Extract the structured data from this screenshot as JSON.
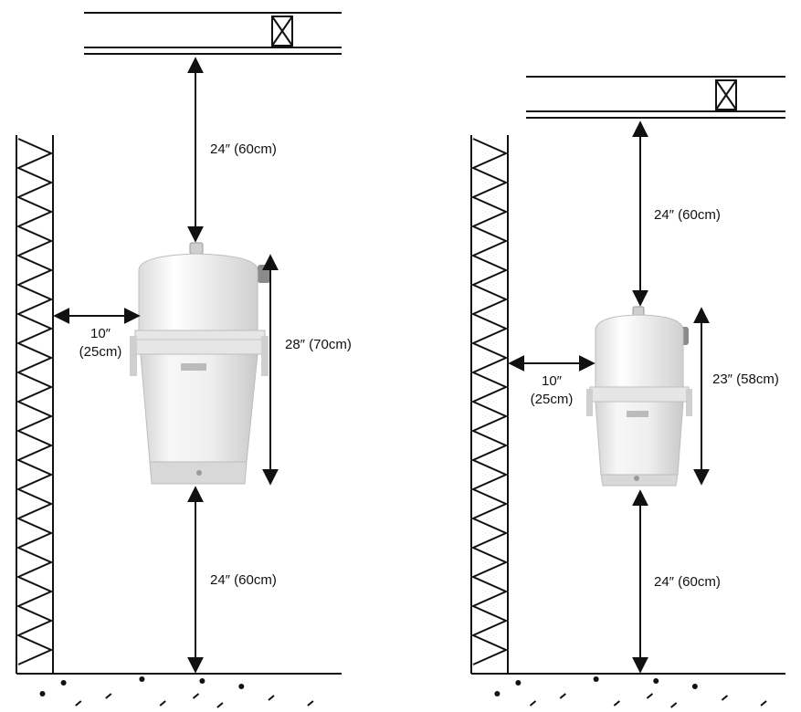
{
  "left_scene": {
    "ceiling_gap": "24″ (60cm)",
    "unit_height": "28″ (70cm)",
    "wall_gap_in": "10″",
    "wall_gap_cm": "(25cm)",
    "floor_gap": "24″ (60cm)"
  },
  "right_scene": {
    "ceiling_gap": "24″ (60cm)",
    "unit_height": "23″ (58cm)",
    "wall_gap_in": "10″",
    "wall_gap_cm": "(25cm)",
    "floor_gap": "24″ (60cm)"
  },
  "colors": {
    "line": "#111111",
    "unit_body": "#f2f2f2",
    "unit_shade": "#d6d6d6"
  }
}
